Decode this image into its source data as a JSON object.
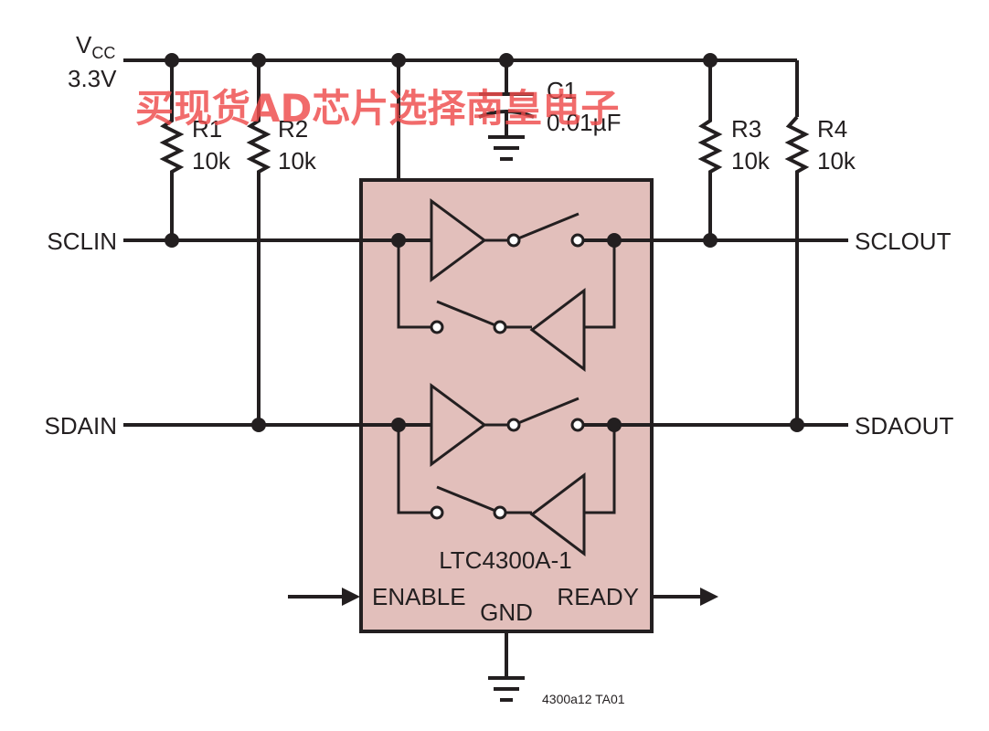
{
  "supply": {
    "name": "V",
    "sub": "CC",
    "voltage": "3.3V"
  },
  "resistors": [
    {
      "ref": "R1",
      "value": "10k"
    },
    {
      "ref": "R2",
      "value": "10k"
    },
    {
      "ref": "R3",
      "value": "10k"
    },
    {
      "ref": "R4",
      "value": "10k"
    }
  ],
  "capacitor": {
    "ref": "C1",
    "value": "0.01µF"
  },
  "chip": {
    "part": "LTC4300A-1",
    "enable": "ENABLE",
    "ready": "READY",
    "gnd": "GND"
  },
  "signals": {
    "sclin": "SCLIN",
    "sdain": "SDAIN",
    "sclout": "SCLOUT",
    "sdaout": "SDAOUT"
  },
  "figure_id": "4300a12 TA01",
  "watermark": "买现货AD芯片选择南皇电子",
  "colors": {
    "chip_fill": "#e2bfbb",
    "ink": "#231f20",
    "watermark": "#ef4b4b"
  }
}
